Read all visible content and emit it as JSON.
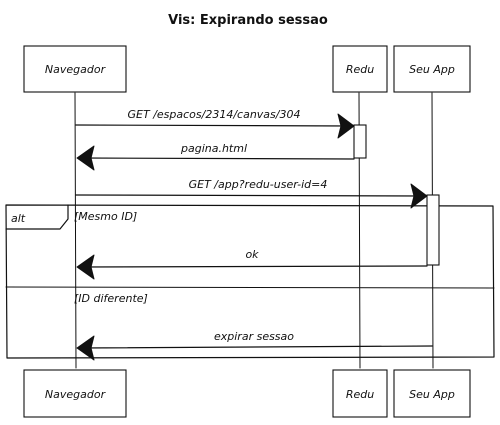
{
  "diagram": {
    "title": "Vis: Expirando sessao",
    "participants": [
      {
        "id": "navegador",
        "label": "Navegador"
      },
      {
        "id": "redu",
        "label": "Redu"
      },
      {
        "id": "app",
        "label": "Seu App"
      }
    ],
    "messages": [
      {
        "from": "navegador",
        "to": "redu",
        "label": "GET /espacos/2314/canvas/304"
      },
      {
        "from": "redu",
        "to": "navegador",
        "label": "pagina.html"
      },
      {
        "from": "navegador",
        "to": "app",
        "label": "GET /app?redu-user-id=4"
      },
      {
        "from": "app",
        "to": "navegador",
        "label": "ok"
      },
      {
        "from": "app",
        "to": "navegador",
        "label": "expirar sessao"
      }
    ],
    "fragment": {
      "operator": "alt",
      "guards": [
        "[Mesmo ID]",
        "[ID diferente]"
      ]
    }
  }
}
